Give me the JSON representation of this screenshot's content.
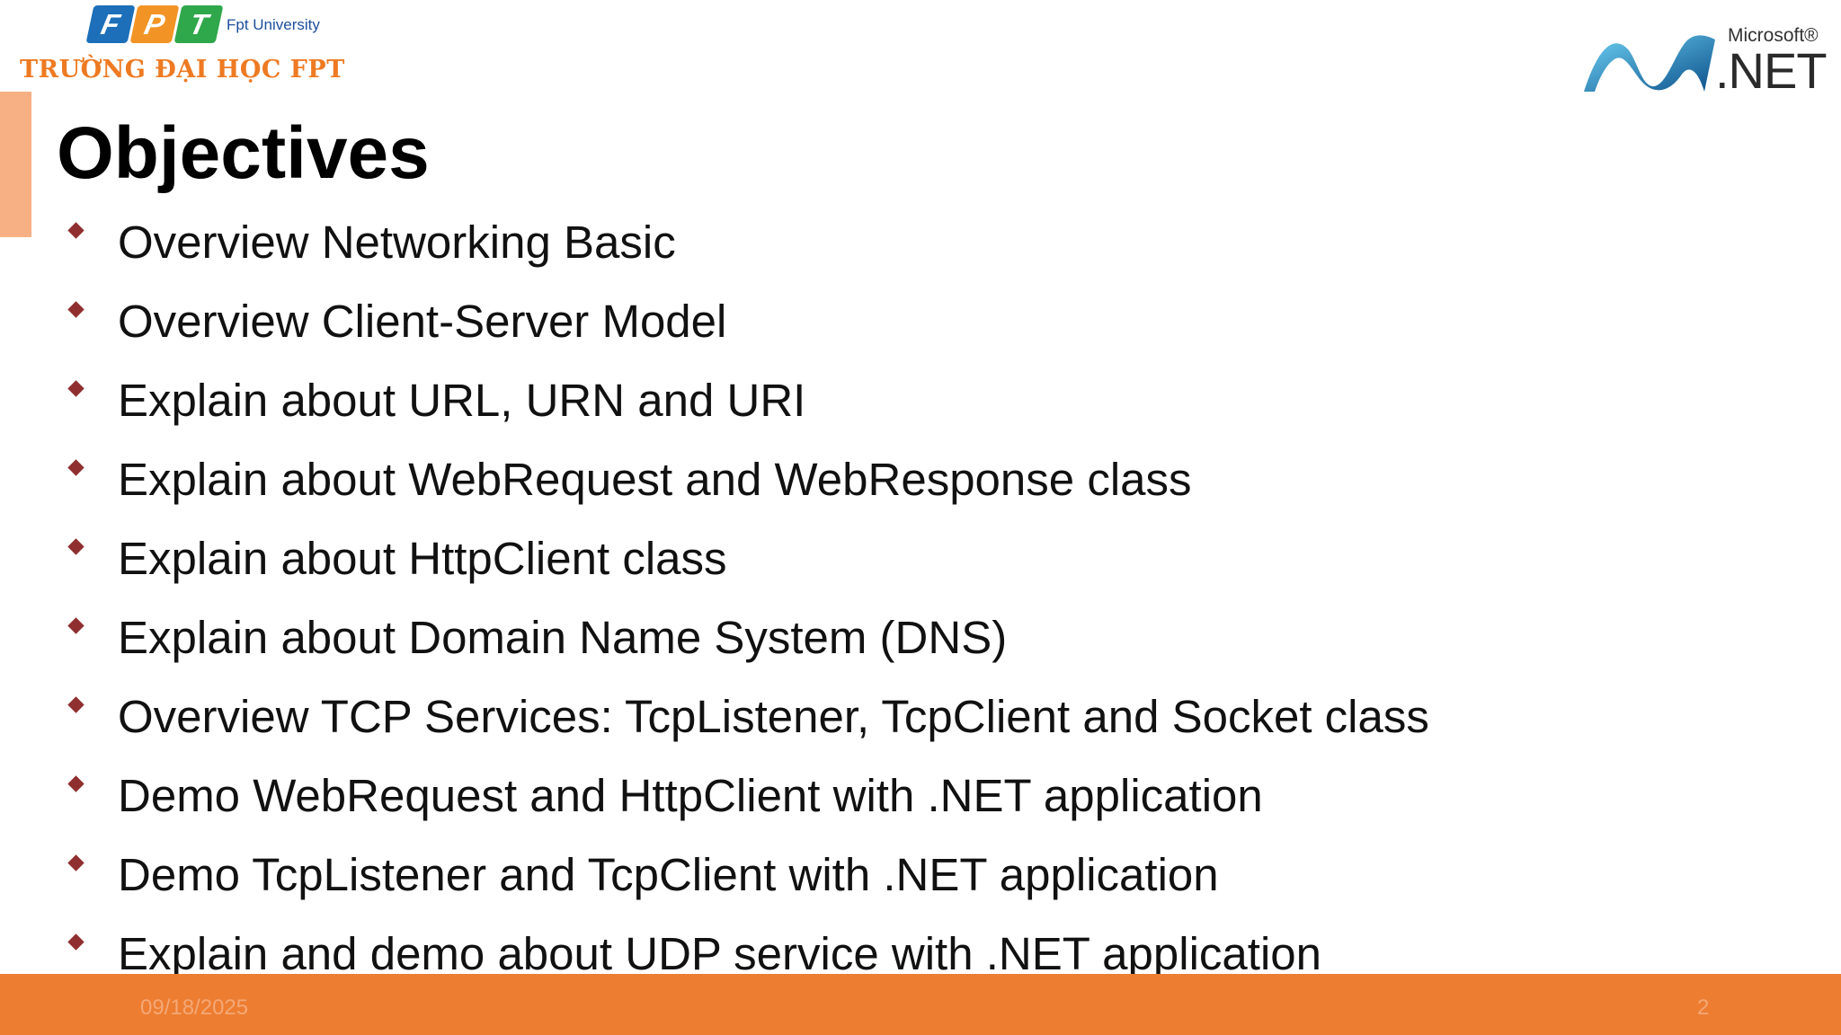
{
  "header": {
    "fpt_letters": [
      "F",
      "P",
      "T"
    ],
    "fpt_subtitle": "Fpt University",
    "fpt_name": "TRƯỜNG ĐẠI HỌC FPT",
    "net_brand": "Microsoft®",
    "net_text": ".NET"
  },
  "slide": {
    "title": "Objectives",
    "bullets": [
      "Overview Networking Basic",
      "Overview Client-Server Model",
      "Explain about URL, URN and URI",
      "Explain about WebRequest and WebResponse class",
      "Explain about HttpClient class",
      "Explain about Domain Name System (DNS)",
      "Overview TCP Services: TcpListener, TcpClient and Socket class",
      "Demo WebRequest and HttpClient with .NET application",
      "Demo TcpListener and TcpClient with .NET application",
      "Explain and demo about UDP service with .NET application"
    ]
  },
  "footer": {
    "date": "09/18/2025",
    "page_number": "2"
  },
  "colors": {
    "accent_orange": "#ed7d31",
    "accent_bar": "#f6b083",
    "bullet": "#8f2f2f",
    "fpt_orange": "#ee7a22"
  }
}
